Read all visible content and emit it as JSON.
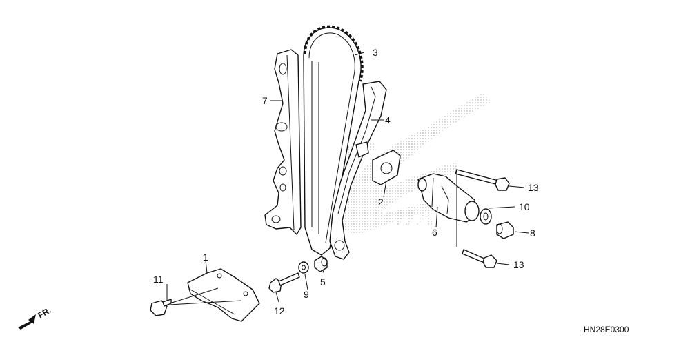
{
  "diagram": {
    "code": "HN28E0300",
    "direction_label": "FR.",
    "watermark": "HONDA",
    "callouts": [
      {
        "id": "1",
        "text": "1"
      },
      {
        "id": "2",
        "text": "2"
      },
      {
        "id": "3",
        "text": "3"
      },
      {
        "id": "4",
        "text": "4"
      },
      {
        "id": "5",
        "text": "5"
      },
      {
        "id": "6",
        "text": "6"
      },
      {
        "id": "7",
        "text": "7"
      },
      {
        "id": "8",
        "text": "8"
      },
      {
        "id": "9",
        "text": "9"
      },
      {
        "id": "10",
        "text": "10"
      },
      {
        "id": "11",
        "text": "11"
      },
      {
        "id": "12",
        "text": "12"
      },
      {
        "id": "13a",
        "text": "13"
      },
      {
        "id": "13b",
        "text": "13"
      }
    ]
  }
}
